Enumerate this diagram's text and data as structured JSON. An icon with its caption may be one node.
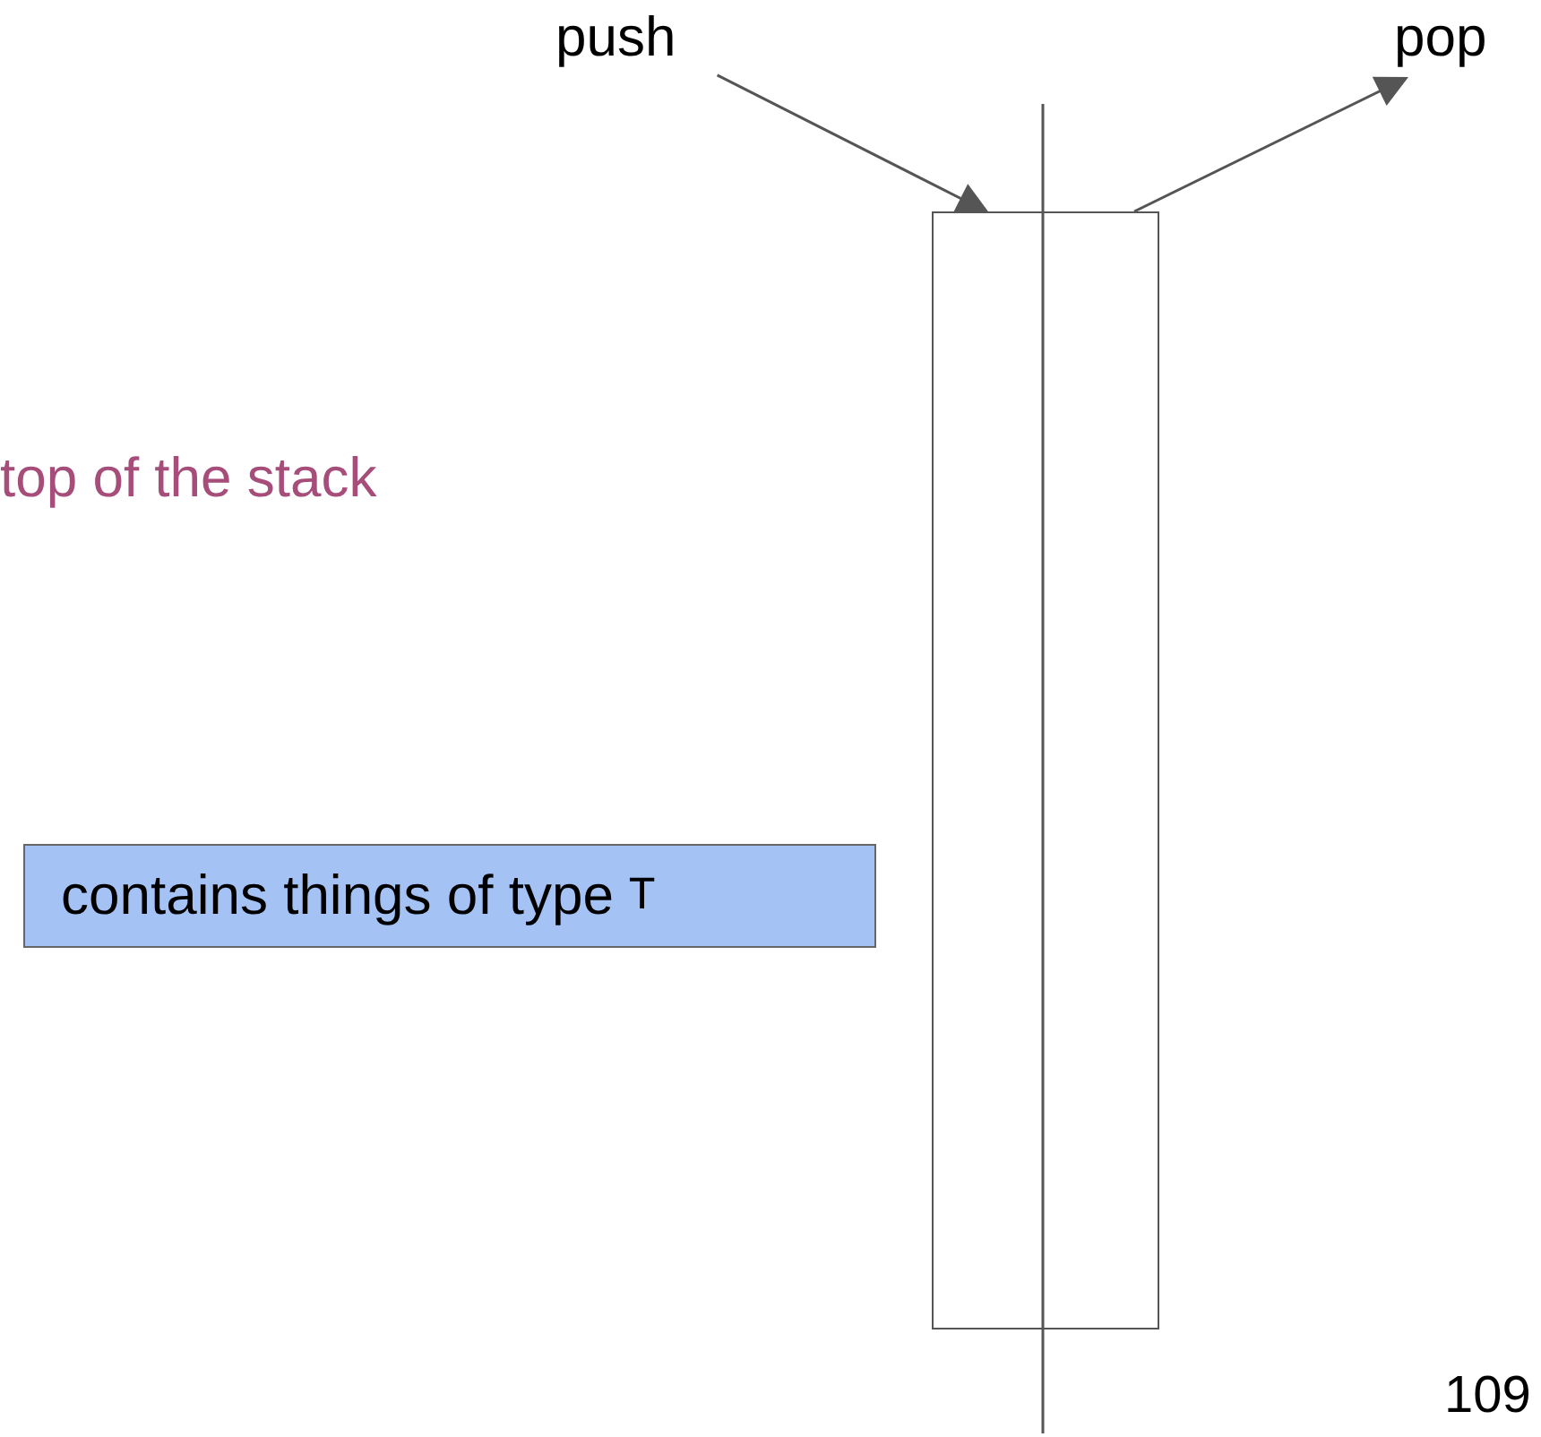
{
  "diagram": {
    "nodes": [
      {
        "text": [
          "push"
        ]
      },
      {
        "text": [
          "pop"
        ]
      },
      {
        "text": [],
        "shape": "box"
      },
      {
        "text": [
          "contains things of type",
          "T"
        ]
      }
    ],
    "edges": [
      {
        "from": 0,
        "to": 2,
        "arrow": "to"
      },
      {
        "from": 2,
        "to": 1,
        "arrow": "to"
      }
    ],
    "labels": [
      "top of the stack",
      "109"
    ]
  }
}
